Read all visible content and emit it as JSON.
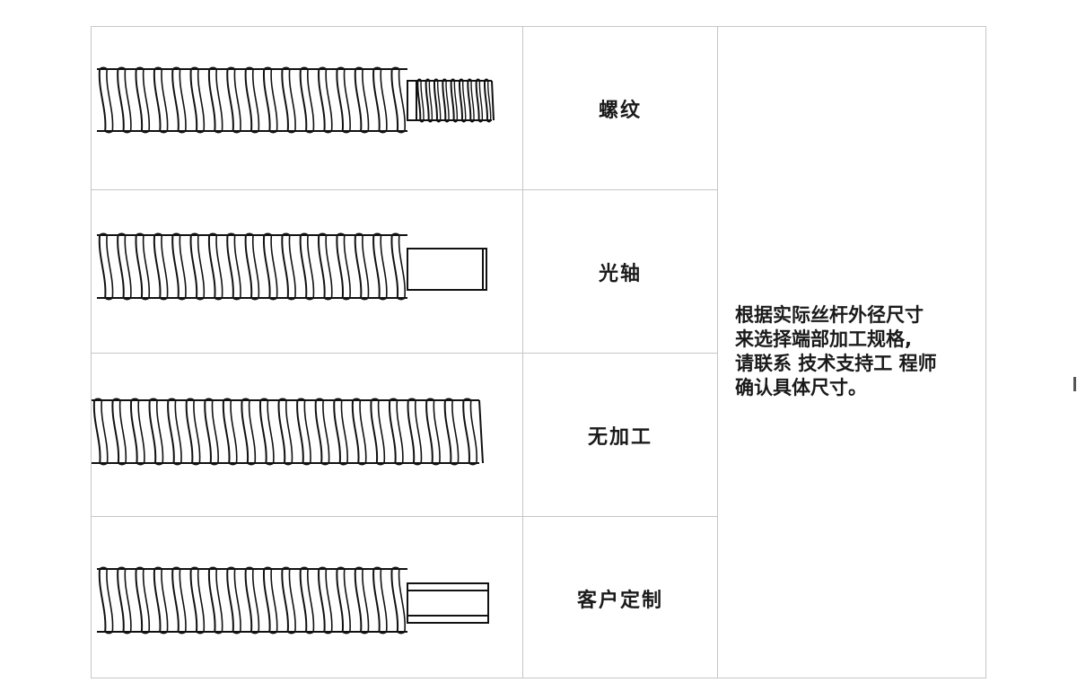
{
  "rows": [
    {
      "label": "螺纹",
      "end_type": "threaded-end"
    },
    {
      "label": "光轴",
      "end_type": "plain-shaft-end"
    },
    {
      "label": "无加工",
      "end_type": "unmachined-end"
    },
    {
      "label": "客户定制",
      "end_type": "custom-end"
    }
  ],
  "note": {
    "lines": [
      "根据实际丝杆外径尺寸",
      "来选择端部加工规格,",
      "请联系 技术支持工 程师",
      " 确认具体尺寸。"
    ]
  }
}
